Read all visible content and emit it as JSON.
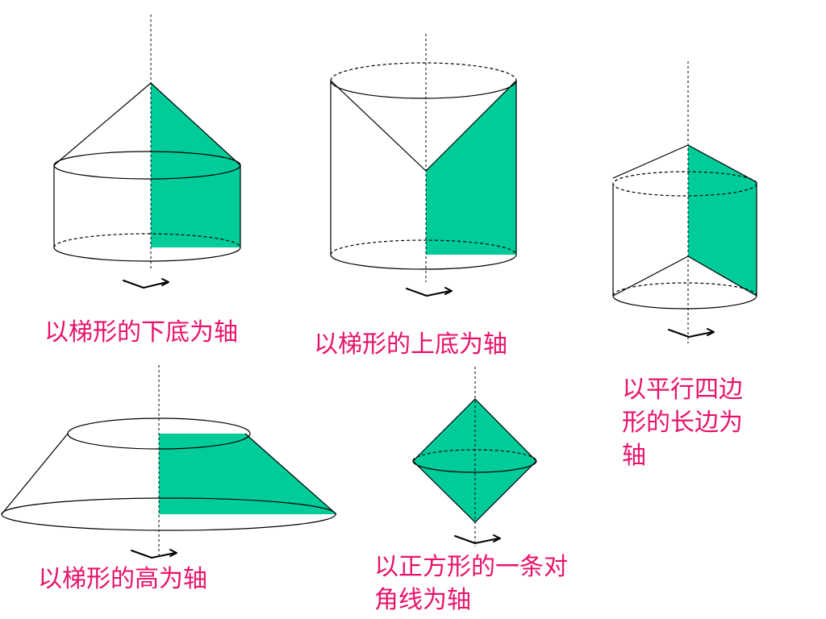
{
  "colors": {
    "fill": "#00CC99",
    "caption": "#E8136B",
    "line": "#000000"
  },
  "figures": [
    {
      "id": "fig-1",
      "caption": "以梯形的下底为轴"
    },
    {
      "id": "fig-2",
      "caption": "以梯形的上底为轴"
    },
    {
      "id": "fig-3",
      "caption": "以平行四边\n形的长边为\n轴"
    },
    {
      "id": "fig-4",
      "caption": "以梯形的高为轴"
    },
    {
      "id": "fig-5",
      "caption": "以正方形的一条对\n角线为轴"
    }
  ]
}
